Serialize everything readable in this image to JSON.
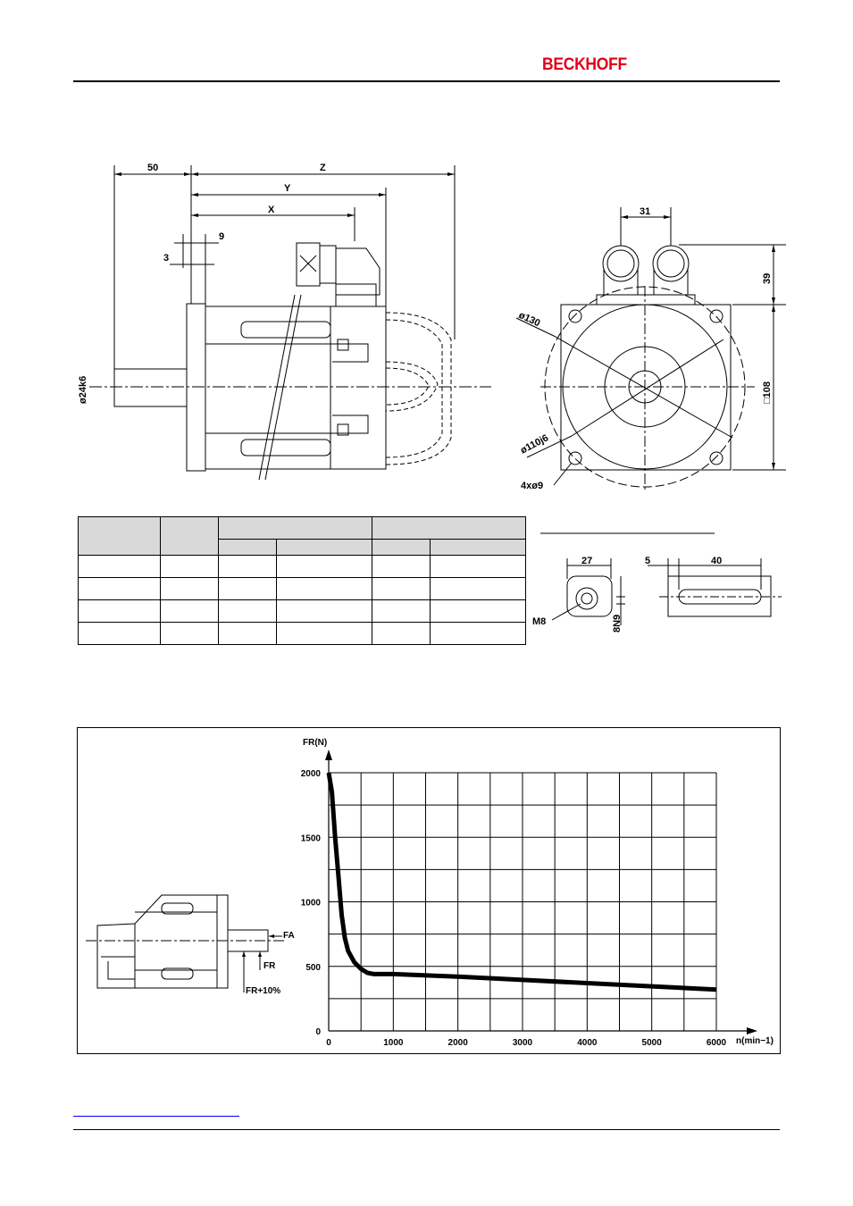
{
  "header": {
    "brand": "BECKHOFF",
    "brand_color": "#e2001a"
  },
  "drawing_side": {
    "labels": {
      "d50": "50",
      "dZ": "Z",
      "dY": "Y",
      "dX": "X",
      "d9": "9",
      "d3": "3",
      "shaft": "ø24k6"
    }
  },
  "drawing_front": {
    "labels": {
      "d31": "31",
      "d39": "39",
      "d108": "□108",
      "pcd130": "ø130",
      "pilot": "ø110j6",
      "holes": "4xø9"
    }
  },
  "shaft_detail": {
    "labels": {
      "d27": "27",
      "d5": "5",
      "d40": "40",
      "thread": "M8",
      "key": "8N9"
    }
  },
  "dimension_table": {
    "rows": [
      [
        "",
        "",
        "",
        "",
        "",
        ""
      ],
      [
        "",
        "",
        "",
        "",
        "",
        ""
      ],
      [
        "",
        "",
        "",
        "",
        "",
        ""
      ],
      [
        "",
        "",
        "",
        "",
        "",
        ""
      ]
    ]
  },
  "chart_data": {
    "type": "line",
    "ylabel": "FR(N)",
    "xlabel": "n(min−1)",
    "xlim": [
      0,
      6000
    ],
    "ylim": [
      0,
      2000
    ],
    "grid": true,
    "x_ticks": [
      "0",
      "1000",
      "2000",
      "3000",
      "4000",
      "5000",
      "6000"
    ],
    "y_ticks": [
      "0",
      "500",
      "1000",
      "1500",
      "2000"
    ],
    "series": [
      {
        "x": [
          0,
          50,
          100,
          150,
          200,
          250,
          300,
          400,
          500,
          600,
          700,
          1000,
          2000,
          3000,
          4000,
          5000,
          6000
        ],
        "y": [
          2000,
          1850,
          1500,
          1200,
          900,
          720,
          620,
          530,
          480,
          450,
          440,
          440,
          420,
          395,
          370,
          345,
          320
        ]
      }
    ],
    "inset_labels": {
      "fa": "FA",
      "fr": "FR",
      "fr10": "FR+10%"
    }
  }
}
